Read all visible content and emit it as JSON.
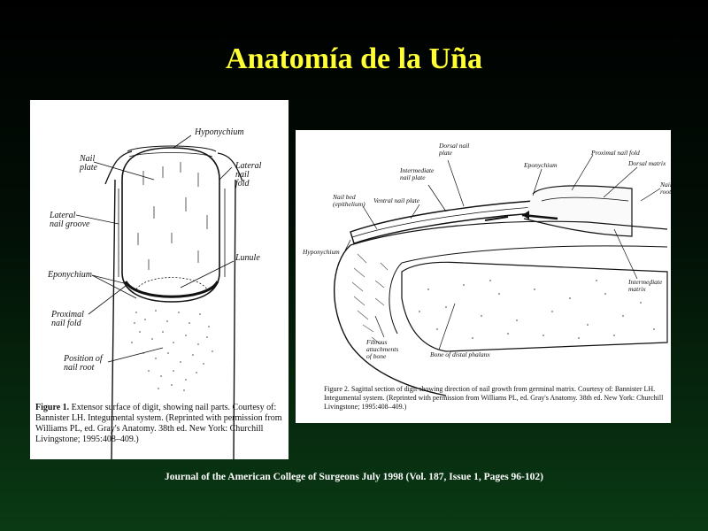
{
  "title": "Anatomía de la Uña",
  "left_figure": {
    "labels": {
      "hyponychium": "Hyponychium",
      "nail_plate": "Nail\nplate",
      "lateral_nail_fold": "Lateral\nnail\nfold",
      "lateral_nail_groove": "Lateral\nnail groove",
      "lunule": "Lunule",
      "eponychium": "Eponychium",
      "proximal_nail_fold": "Proximal\nnail fold",
      "position_nail_root": "Position of\nnail root"
    },
    "caption_bold": "Figure 1.",
    "caption": " Extensor surface of digit, showing nail parts. Courtesy of: Bannister LH. Integumental system. (Reprinted with permission from Williams PL, ed. Gray's Anatomy. 38th ed. New York: Churchill Livingstone; 1995:408–409.)"
  },
  "right_figure": {
    "labels": {
      "dorsal_nail_plate": "Dorsal nail\nplate",
      "intermediate_nail_plate": "Intermediate\nnail plate",
      "ventral_nail_plate": "Ventral nail plate",
      "nail_bed": "Nail bed\n(epithelium)",
      "eponychium": "Eponychium",
      "proximal_nail_fold": "Proximal nail fold",
      "dorsal_matrix": "Dorsal matrix",
      "nail_root": "Nail root",
      "hyponychium": "Hyponychium",
      "intermediate_matrix": "Intermediate\nmatrix",
      "fibrous_attachments": "Fibrous\nattachments\nof bone",
      "bone_distal_phalanx": "Bone of distal phalanx"
    },
    "caption": "Figure 2. Sagittal section of digit showing direction of nail growth from germinal matrix. Courtesy of: Bannister LH. Integumental system. (Reprinted with permission from Williams PL, ed. Gray's Anatomy. 38th ed. New York: Churchill Livingstone; 1995:408–409.)"
  },
  "journal": "Journal of the American College of Surgeons July 1998 (Vol. 187, Issue 1, Pages 96-102)",
  "colors": {
    "title": "#ffff33",
    "background_top": "#000000",
    "background_bottom": "#0a3a14"
  }
}
